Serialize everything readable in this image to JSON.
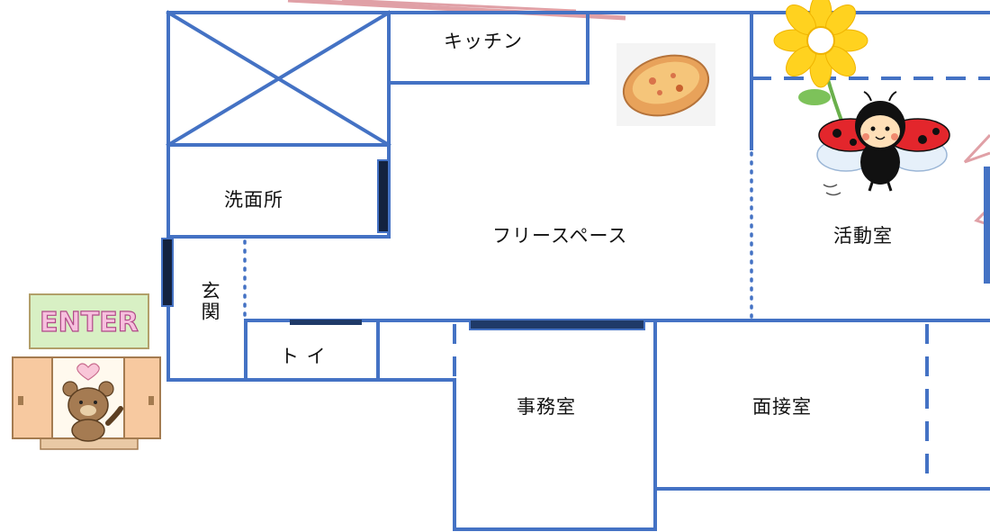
{
  "rooms": {
    "kitchen": "キッチン",
    "washroom": "洗面所",
    "free_space": "フリースペース",
    "activity_room": "活動室",
    "entrance": "玄関",
    "toilet": "ト イ",
    "office": "事務室",
    "interview_room": "面接室"
  },
  "enter_sign": "ENTER",
  "colors": {
    "wall": "#4472c4",
    "door": "#1f3a68",
    "flower_petal": "#ffd21f",
    "ladybug_red": "#e3262c",
    "sign_green": "#d8f0c4",
    "sign_pink": "#f3a8d2",
    "door_frame": "#f7c9a0",
    "bear": "#a57b52"
  }
}
